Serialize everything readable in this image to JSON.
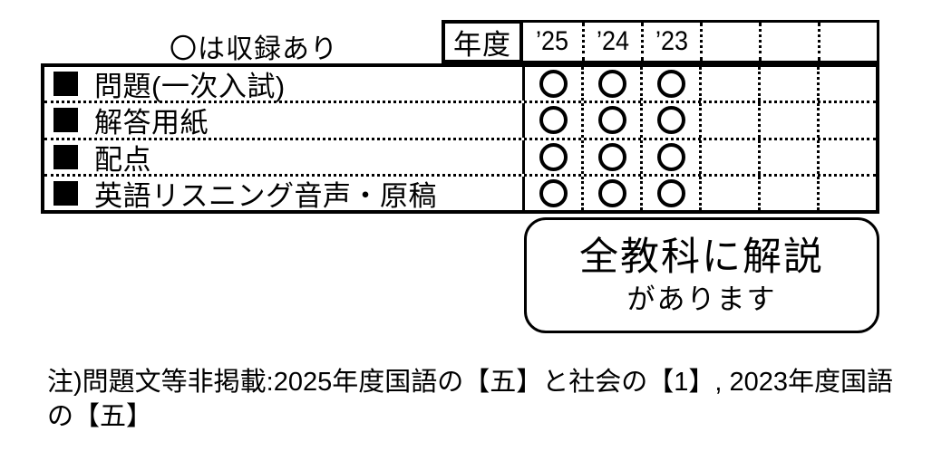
{
  "page": {
    "background": "#ffffff",
    "ink": "#000000"
  },
  "legend": {
    "text": "〇は収録あり"
  },
  "header": {
    "year_label": "年度",
    "years": [
      "’25",
      "’24",
      "’23",
      "",
      "",
      ""
    ]
  },
  "table": {
    "rows": [
      {
        "label": "問題(一次入試)",
        "marks": [
          true,
          true,
          true,
          false,
          false,
          false
        ]
      },
      {
        "label": "解答用紙",
        "marks": [
          true,
          true,
          true,
          false,
          false,
          false
        ]
      },
      {
        "label": "配点",
        "marks": [
          true,
          true,
          true,
          false,
          false,
          false
        ]
      },
      {
        "label": "英語リスニング音声・原稿",
        "marks": [
          true,
          true,
          true,
          false,
          false,
          false
        ]
      }
    ]
  },
  "callout": {
    "line1": "全教科に解説",
    "line2": "があります"
  },
  "note": {
    "line1": "注)問題文等非掲載:2025年度国語の【五】と社会の【1】, 2023年度国語",
    "line2": "の【五】"
  }
}
